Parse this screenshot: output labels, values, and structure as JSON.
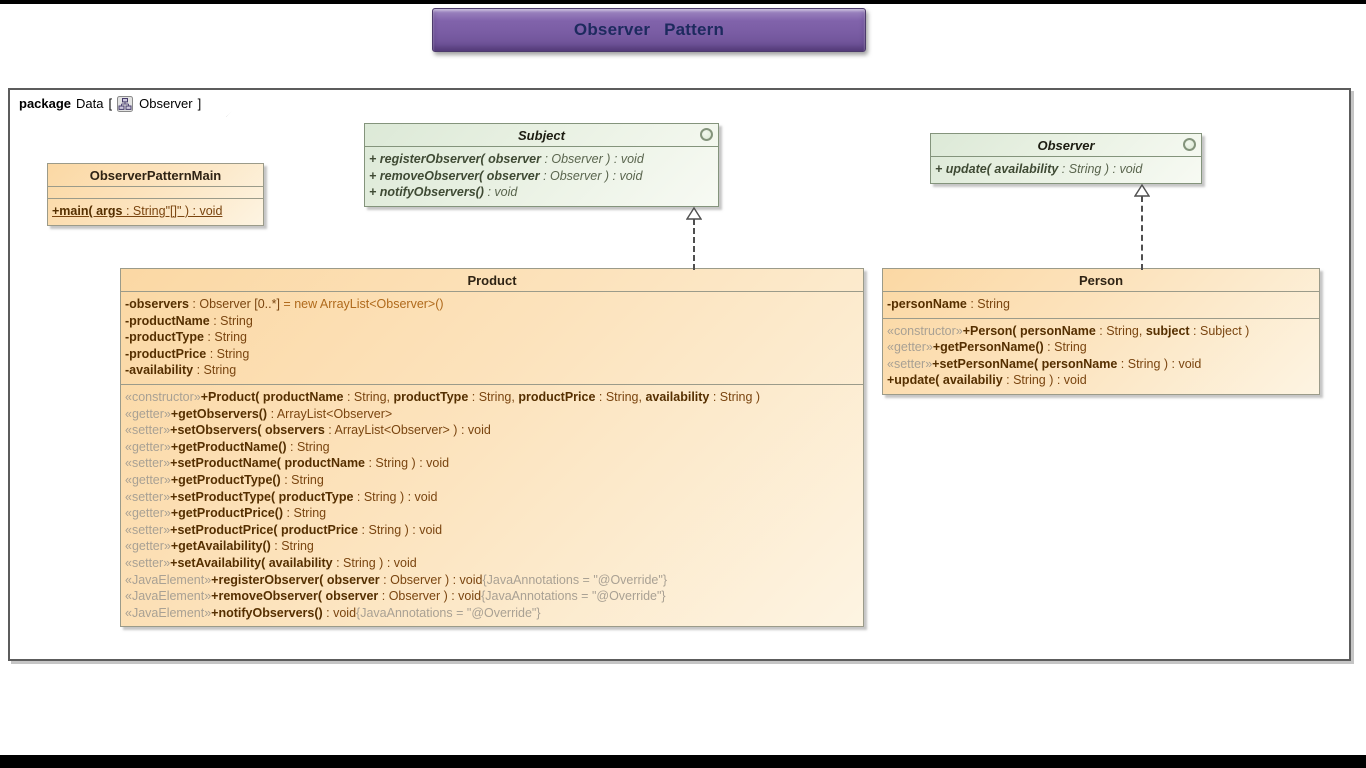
{
  "banner": {
    "title": "Observer Pattern"
  },
  "package_frame": {
    "keyword": "package",
    "name": "Data",
    "bracket_open": "[",
    "diagram_name": "Observer",
    "bracket_close": "]"
  },
  "colors": {
    "banner_fill": "#7a5da4",
    "banner_text": "#1d2a5e",
    "class_fill_start": "#fbd8a4",
    "class_fill_end": "#fdf4e2",
    "class_border": "#9b9b8a",
    "class_text": "#7a4510",
    "interface_fill_start": "#dce9d7",
    "interface_fill_end": "#f7faf3",
    "interface_border": "#84947c",
    "interface_text": "#5a654e",
    "stereotype_text": "#a9a194",
    "frame_border": "#5c5c5c"
  },
  "classes": {
    "main": {
      "title": "ObserverPatternMain",
      "kind": "class",
      "attributes": [],
      "operations": [
        {
          "u": true,
          "parts": [
            [
              "nm",
              "+main( args"
            ],
            [
              "pl",
              " : String\"[]\" ) : void"
            ]
          ]
        }
      ]
    },
    "subject": {
      "title": "Subject",
      "kind": "interface",
      "operations": [
        {
          "parts": [
            [
              "nm",
              "+ registerObserver( observer"
            ],
            [
              "pl",
              " : Observer ) : void"
            ]
          ]
        },
        {
          "parts": [
            [
              "nm",
              "+ removeObserver( observer"
            ],
            [
              "pl",
              " : Observer ) : void"
            ]
          ]
        },
        {
          "parts": [
            [
              "nm",
              "+ notifyObservers()"
            ],
            [
              "pl",
              " : void"
            ]
          ]
        }
      ]
    },
    "observer": {
      "title": "Observer",
      "kind": "interface",
      "operations": [
        {
          "parts": [
            [
              "nm",
              "+ update( availability"
            ],
            [
              "pl",
              " : String ) : void"
            ]
          ]
        }
      ]
    },
    "product": {
      "title": "Product",
      "kind": "class",
      "attributes": [
        {
          "parts": [
            [
              "nm",
              "-observers"
            ],
            [
              "pl",
              " : Observer [0..*] "
            ],
            [
              "in",
              "= new ArrayList<Observer>()"
            ]
          ]
        },
        {
          "parts": [
            [
              "nm",
              "-productName"
            ],
            [
              "pl",
              " : String"
            ]
          ]
        },
        {
          "parts": [
            [
              "nm",
              "-productType"
            ],
            [
              "pl",
              " : String"
            ]
          ]
        },
        {
          "parts": [
            [
              "nm",
              "-productPrice"
            ],
            [
              "pl",
              " : String"
            ]
          ]
        },
        {
          "parts": [
            [
              "nm",
              "-availability"
            ],
            [
              "pl",
              " : String"
            ]
          ]
        }
      ],
      "operations": [
        {
          "parts": [
            [
              "st",
              "«constructor»"
            ],
            [
              "nm",
              "+Product( productName"
            ],
            [
              "pl",
              " : String, "
            ],
            [
              "nm",
              "productType"
            ],
            [
              "pl",
              " : String, "
            ],
            [
              "nm",
              "productPrice"
            ],
            [
              "pl",
              " : String, "
            ],
            [
              "nm",
              "availability"
            ],
            [
              "pl",
              " : String )"
            ]
          ]
        },
        {
          "parts": [
            [
              "st",
              "«getter»"
            ],
            [
              "nm",
              "+getObservers()"
            ],
            [
              "pl",
              " : ArrayList<Observer>"
            ]
          ]
        },
        {
          "parts": [
            [
              "st",
              "«setter»"
            ],
            [
              "nm",
              "+setObservers( observers"
            ],
            [
              "pl",
              " : ArrayList<Observer> ) : void"
            ]
          ]
        },
        {
          "parts": [
            [
              "st",
              "«getter»"
            ],
            [
              "nm",
              "+getProductName()"
            ],
            [
              "pl",
              " : String"
            ]
          ]
        },
        {
          "parts": [
            [
              "st",
              "«setter»"
            ],
            [
              "nm",
              "+setProductName( productName"
            ],
            [
              "pl",
              " : String ) : void"
            ]
          ]
        },
        {
          "parts": [
            [
              "st",
              "«getter»"
            ],
            [
              "nm",
              "+getProductType()"
            ],
            [
              "pl",
              " : String"
            ]
          ]
        },
        {
          "parts": [
            [
              "st",
              "«setter»"
            ],
            [
              "nm",
              "+setProductType( productType"
            ],
            [
              "pl",
              " : String ) : void"
            ]
          ]
        },
        {
          "parts": [
            [
              "st",
              "«getter»"
            ],
            [
              "nm",
              "+getProductPrice()"
            ],
            [
              "pl",
              " : String"
            ]
          ]
        },
        {
          "parts": [
            [
              "st",
              "«setter»"
            ],
            [
              "nm",
              "+setProductPrice( productPrice"
            ],
            [
              "pl",
              " : String ) : void"
            ]
          ]
        },
        {
          "parts": [
            [
              "st",
              "«getter»"
            ],
            [
              "nm",
              "+getAvailability()"
            ],
            [
              "pl",
              " : String"
            ]
          ]
        },
        {
          "parts": [
            [
              "st",
              "«setter»"
            ],
            [
              "nm",
              "+setAvailability( availability"
            ],
            [
              "pl",
              " : String ) : void"
            ]
          ]
        },
        {
          "parts": [
            [
              "st",
              "«JavaElement»"
            ],
            [
              "nm",
              "+registerObserver( observer"
            ],
            [
              "pl",
              " : Observer ) : void"
            ],
            [
              "an",
              "{JavaAnnotations = \"@Override\"}"
            ]
          ]
        },
        {
          "parts": [
            [
              "st",
              "«JavaElement»"
            ],
            [
              "nm",
              "+removeObserver( observer"
            ],
            [
              "pl",
              " : Observer ) : void"
            ],
            [
              "an",
              "{JavaAnnotations = \"@Override\"}"
            ]
          ]
        },
        {
          "parts": [
            [
              "st",
              "«JavaElement»"
            ],
            [
              "nm",
              "+notifyObservers()"
            ],
            [
              "pl",
              " : void"
            ],
            [
              "an",
              "{JavaAnnotations = \"@Override\"}"
            ]
          ]
        }
      ]
    },
    "person": {
      "title": "Person",
      "kind": "class",
      "attributes": [
        {
          "parts": [
            [
              "nm",
              "-personName"
            ],
            [
              "pl",
              " : String"
            ]
          ]
        }
      ],
      "operations": [
        {
          "parts": [
            [
              "st",
              "«constructor»"
            ],
            [
              "nm",
              "+Person( personName"
            ],
            [
              "pl",
              " : String, "
            ],
            [
              "nm",
              "subject"
            ],
            [
              "pl",
              " : Subject )"
            ]
          ]
        },
        {
          "parts": [
            [
              "st",
              "«getter»"
            ],
            [
              "nm",
              "+getPersonName()"
            ],
            [
              "pl",
              " : String"
            ]
          ]
        },
        {
          "parts": [
            [
              "st",
              "«setter»"
            ],
            [
              "nm",
              "+setPersonName( personName"
            ],
            [
              "pl",
              " : String ) : void"
            ]
          ]
        },
        {
          "parts": [
            [
              "nm",
              "+update( availabiliy"
            ],
            [
              "pl",
              " : String ) : void"
            ]
          ]
        }
      ]
    }
  },
  "relations": [
    {
      "from": "Product",
      "to": "Subject",
      "type": "realization"
    },
    {
      "from": "Person",
      "to": "Observer",
      "type": "realization"
    }
  ]
}
